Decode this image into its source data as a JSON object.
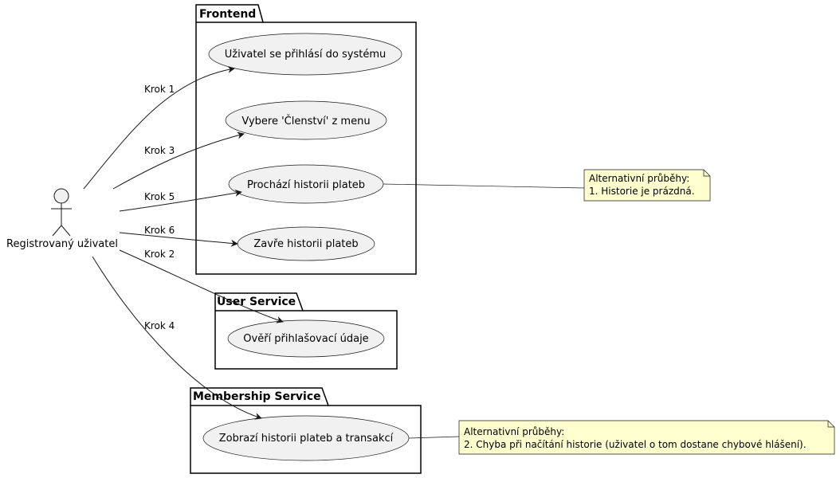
{
  "actor": {
    "label": "Registrovaný uživatel"
  },
  "packages": [
    {
      "title": "Frontend",
      "use_cases": [
        "Uživatel se přihlásí do systému",
        "Vybere 'Členství' z menu",
        "Prochází historii plateb",
        "Zavře historii plateb"
      ]
    },
    {
      "title": "User Service",
      "use_cases": [
        "Ověří přihlašovací údaje"
      ]
    },
    {
      "title": "Membership Service",
      "use_cases": [
        "Zobrazí historii plateb a transakcí"
      ]
    }
  ],
  "edges": [
    {
      "label": "Krok 1",
      "target": "Uživatel se přihlásí do systému"
    },
    {
      "label": "Krok 3",
      "target": "Vybere 'Členství' z menu"
    },
    {
      "label": "Krok 5",
      "target": "Prochází historii plateb"
    },
    {
      "label": "Krok 6",
      "target": "Zavře historii plateb"
    },
    {
      "label": "Krok 2",
      "target": "Ověří přihlašovací údaje"
    },
    {
      "label": "Krok 4",
      "target": "Zobrazí historii plateb a transakcí"
    }
  ],
  "notes": [
    {
      "line1": "Alternativní průběhy:",
      "line2": "1. Historie je prázdná."
    },
    {
      "line1": "Alternativní průběhy:",
      "line2": "2. Chyba při načítání historie (uživatel o tom dostane chybové hlášení)."
    }
  ],
  "colors": {
    "usecase_fill": "#f1f1f1",
    "note_fill": "#fefece",
    "stroke": "#181818"
  }
}
